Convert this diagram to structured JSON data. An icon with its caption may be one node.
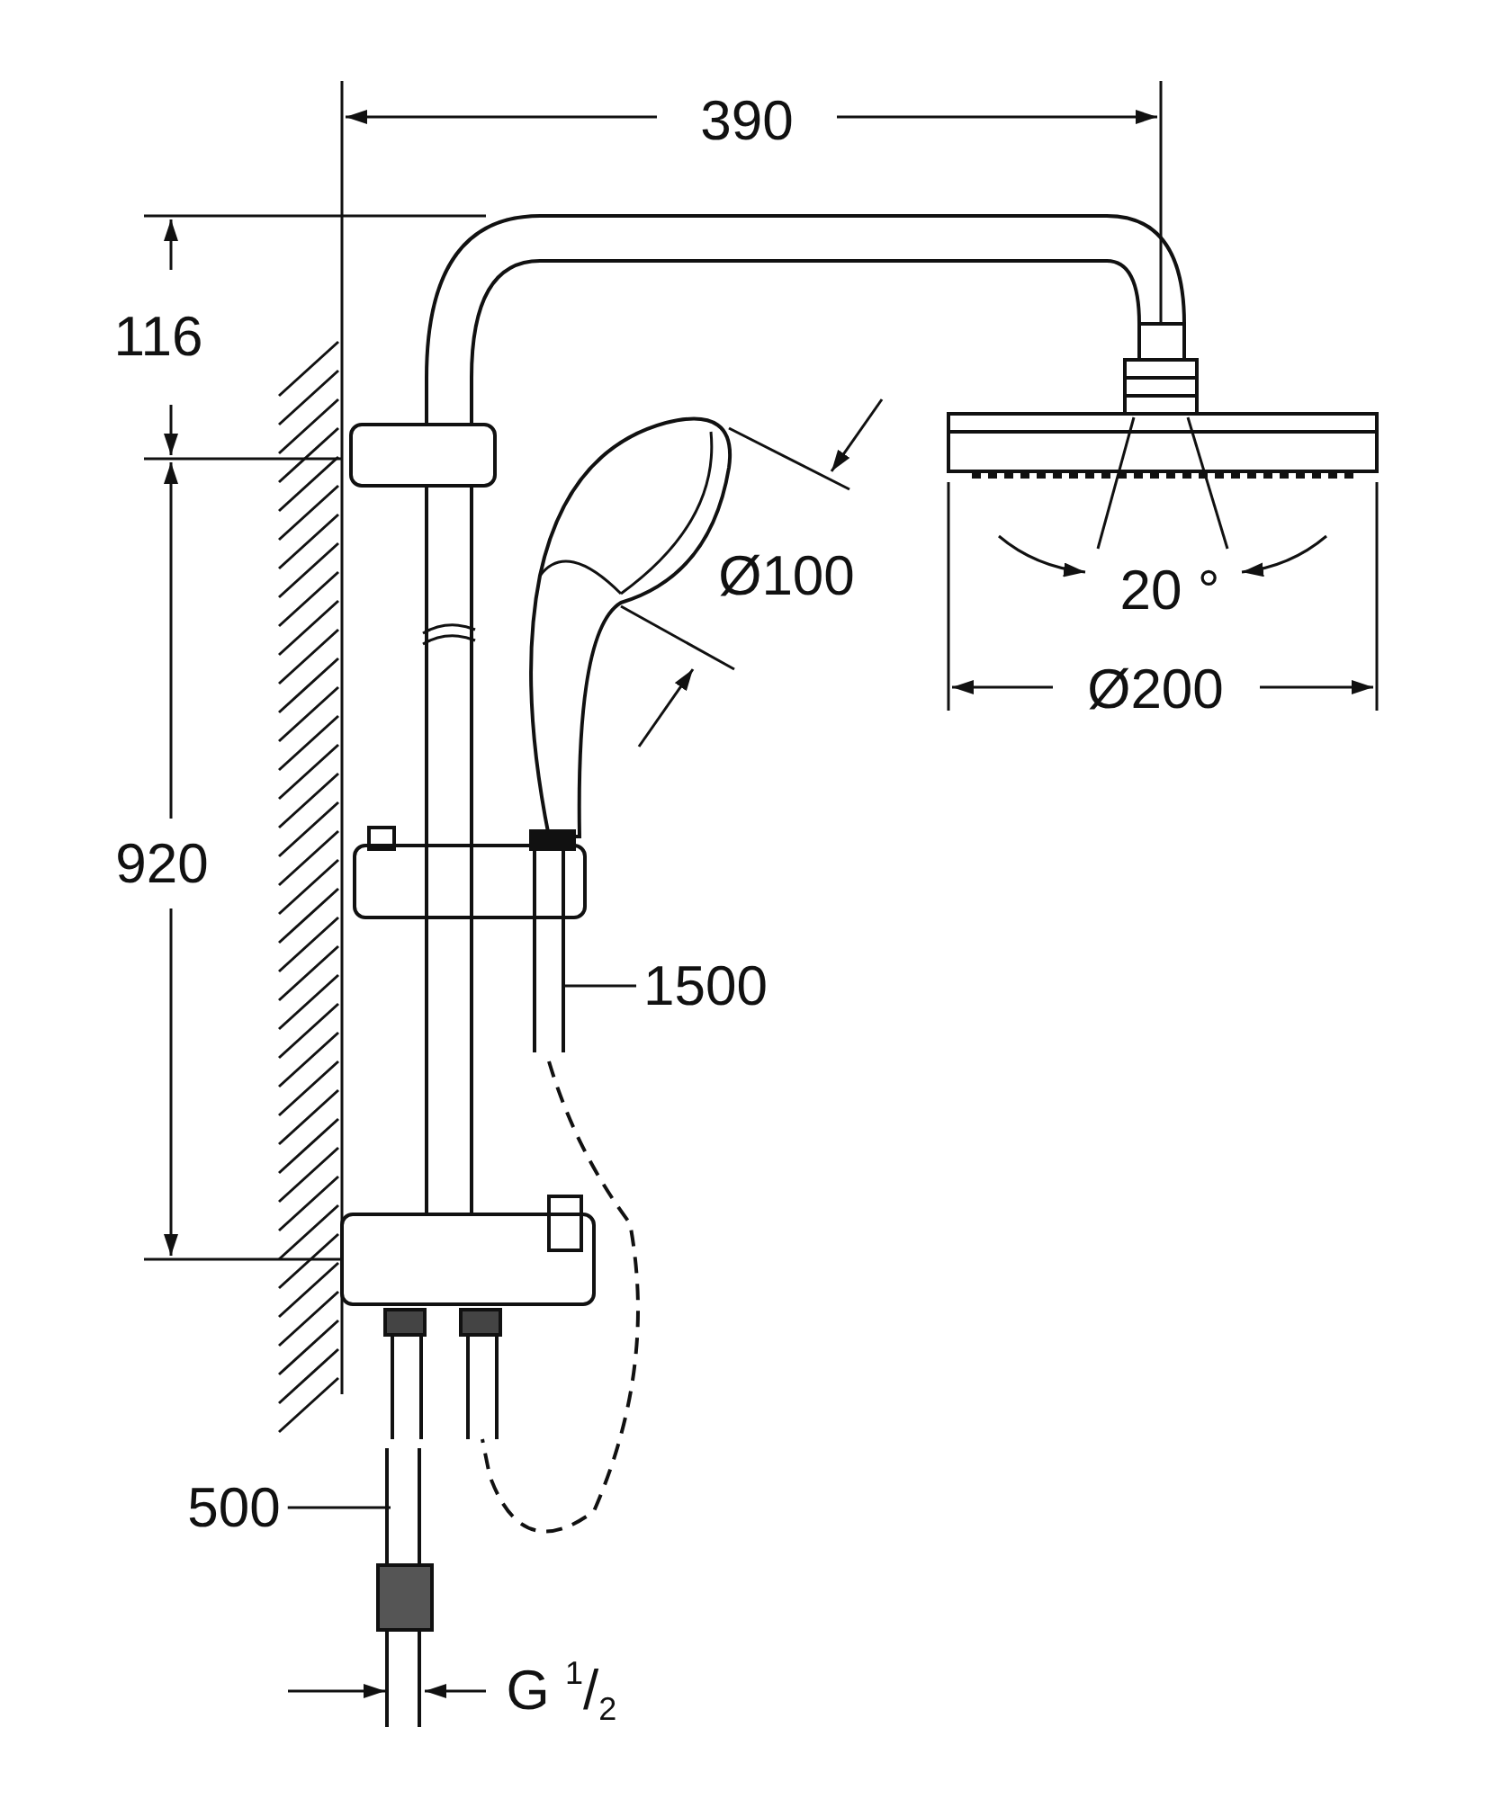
{
  "diagram": {
    "nodes": [
      {
        "text": [
          "1500"
        ]
      },
      {
        "text": [
          "500"
        ]
      }
    ],
    "edges": [
      {
        "from": 0,
        "to": null,
        "arrow": "none"
      },
      {
        "from": 1,
        "to": null,
        "arrow": "none"
      }
    ],
    "labels": [
      "390",
      "116",
      "920",
      "Ø100",
      "20 °",
      "Ø200",
      "G $^{1}$/$_{2}$"
    ]
  }
}
